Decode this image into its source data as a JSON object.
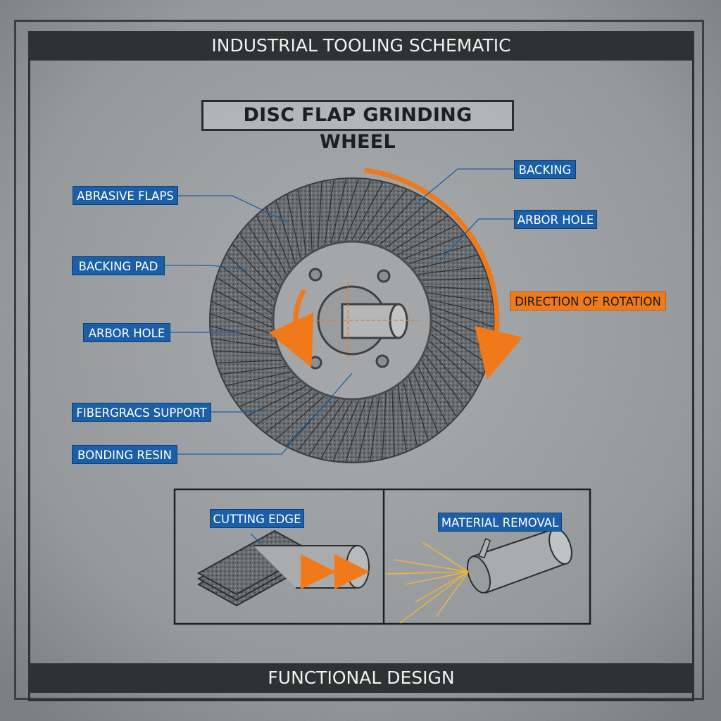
{
  "header": {
    "title": "INDUSTRIAL TOOLING SCHEMATIC"
  },
  "diagram": {
    "title": "DISC FLAP GRINDING WHEEL",
    "labels_left": [
      "ABRASIVE FLAPS",
      "BACKING PAD",
      "ARBOR HOLE",
      "FIBERGRACS SUPPORT",
      "BONDING RESIN"
    ],
    "labels_right": [
      "BACKING",
      "ARBOR HOLE"
    ],
    "rotation_label": "DIRECTION OF ROTATION"
  },
  "details": {
    "left_label": "CUTTING EDGE",
    "right_label": "MATERIAL REMOVAL"
  },
  "footer": {
    "title": "FUNCTIONAL DESIGN"
  },
  "colors": {
    "accent": "#f07a1a",
    "label_blue": "#1a5fa8",
    "frame": "#2f3133"
  }
}
